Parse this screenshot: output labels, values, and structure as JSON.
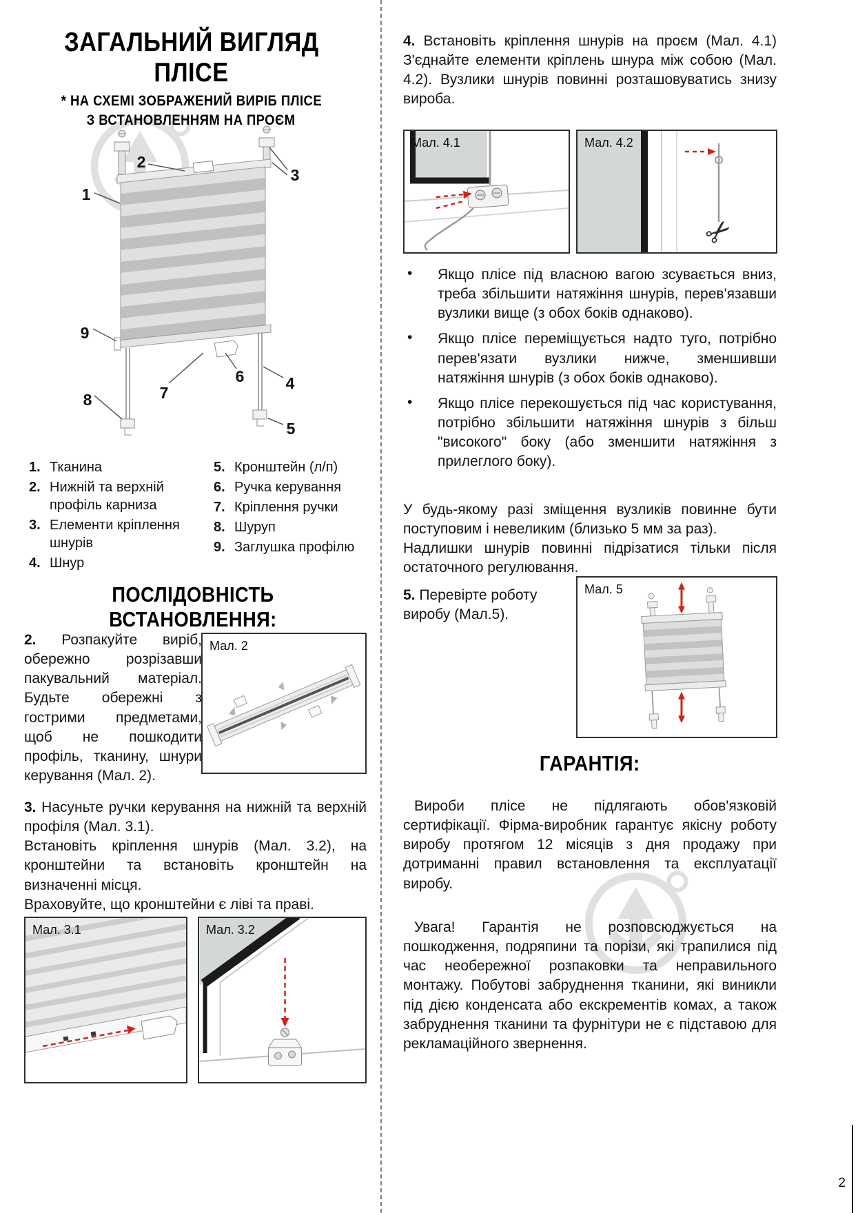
{
  "meta": {
    "page_number": "2"
  },
  "icons": {
    "scissors": "✂"
  },
  "overview": {
    "title_line1": "ЗАГАЛЬНИЙ ВИГЛЯД",
    "title_line2": "ПЛІСЕ",
    "subtitle_line1": "* НА СХЕМІ ЗОБРАЖЕНИЙ ВИРІБ ПЛІСЕ",
    "subtitle_line2": "З ВСТАНОВЛЕННЯМ НА ПРОЄМ",
    "callouts": [
      "1",
      "2",
      "3",
      "4",
      "5",
      "6",
      "7",
      "8",
      "9"
    ],
    "legend_col1": [
      {
        "num": "1.",
        "text": "Тканина"
      },
      {
        "num": "2.",
        "text": "Нижній та верхній профіль карниза"
      },
      {
        "num": "3.",
        "text": "Елементи кріплення шнурів"
      },
      {
        "num": "4.",
        "text": "Шнур"
      }
    ],
    "legend_col2": [
      {
        "num": "5.",
        "text": "Кронштейн (л/п)"
      },
      {
        "num": "6.",
        "text": "Ручка керування"
      },
      {
        "num": "7.",
        "text": "Кріплення ручки"
      },
      {
        "num": "8.",
        "text": "Шуруп"
      },
      {
        "num": "9.",
        "text": "Заглушка профілю"
      }
    ]
  },
  "install": {
    "heading": "ПОСЛІДОВНІСТЬ ВСТАНОВЛЕННЯ:",
    "step2": {
      "num": "2.",
      "text": "Розпакуйте виріб, обережно розрізавши пакувальний матеріал. Будьте обережні з гострими предметами, щоб не пошкодити профіль, тканину, шнури керування (Мал. 2)."
    },
    "step3": {
      "num": "3.",
      "line1": "Насуньте ручки керування на нижній та верхній профіля (Мал. 3.1).",
      "line2": "Встановіть кріплення шнурів (Мал. 3.2), на кронштейни та встановіть кронштейн на визначенні місця.",
      "line3": "Враховуйте, що кронштейни є ліві та праві."
    },
    "step4": {
      "num": "4.",
      "text": "Встановіть кріплення шнурів на проєм (Мал. 4.1) З'єднайте елементи кріплень шнура між собою (Мал. 4.2). Вузлики шнурів повинні розташовуватись знизу вироба."
    },
    "bullets": [
      "Якщо плісе під власною вагою зсувається вниз, треба збільшити натяжіння шнурів, перев'язавши вузлики вище (з обох боків однаково).",
      "Якщо плісе переміщується надто туго, потрібно перев'язати вузлики нижче, зменшивши натяжіння шнурів (з обох боків однаково).",
      "Якщо плісе перекошується під час користування, потрібно збільшити натяжіння шнурів з більш \"високого\" боку (або зменшити натяжіння з прилеглого боку)."
    ],
    "note1": "У будь-якому разі зміщення вузликів повинне бути поступовим і невеликим (близько 5 мм за раз).",
    "note2": "Надлишки шнурів повинні підрізатися тільки після остаточного регулювання.",
    "step5": {
      "num": "5.",
      "text": "Перевірте роботу виробу (Мал.5)."
    }
  },
  "figures": {
    "fig2": "Мал. 2",
    "fig31": "Мал. 3.1",
    "fig32": "Мал. 3.2",
    "fig41": "Мал. 4.1",
    "fig42": "Мал. 4.2",
    "fig5": "Мал. 5"
  },
  "warranty": {
    "heading": "ГАРАНТІЯ:",
    "p1": "Вироби плісе не підлягають обов'язковій сертифікації. Фірма-виробник гарантує якісну роботу виробу протягом 12 місяців з дня продажу при дотриманні правил встановлення та експлуатації виробу.",
    "p2": "Увага! Гарантія не розповсюджується на пошкодження, подряпини та порізи, які трапилися під час необережної розпаковки та неправильного монтажу. Побутові забруднення тканини, які виникли під дією конденсата або екскрементів комах, а також забруднення тканини та фурнітури не є підставою для рекламаційного звернення."
  }
}
